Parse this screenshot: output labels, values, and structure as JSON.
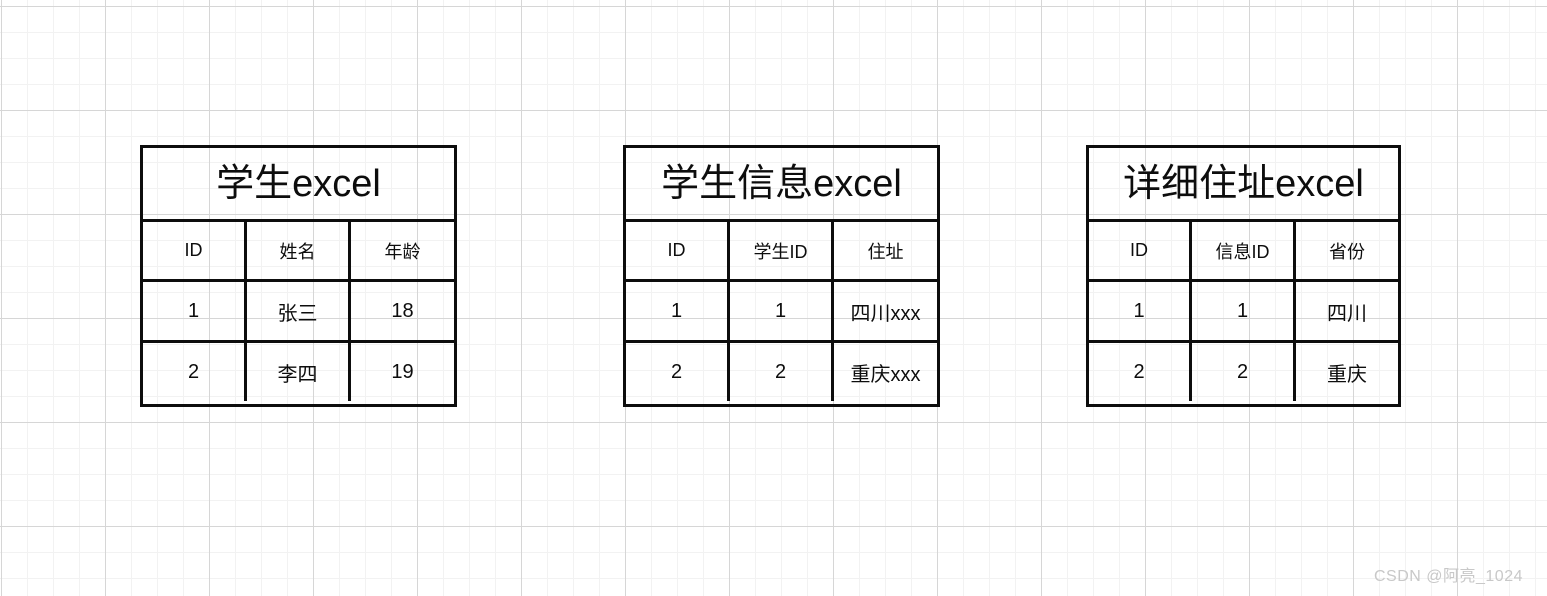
{
  "canvas": {
    "background": "#ffffff",
    "grid_minor_color": "#f2f2f2",
    "grid_major_color": "#d6d6d6",
    "border_color": "#0d0d0d"
  },
  "watermark": {
    "text": "CSDN @阿亮_1024"
  },
  "tables": [
    {
      "id": "table-student",
      "title": "学生excel",
      "headers": [
        "ID",
        "姓名",
        "年龄"
      ],
      "rows": [
        [
          "1",
          "张三",
          "18"
        ],
        [
          "2",
          "李四",
          "19"
        ]
      ]
    },
    {
      "id": "table-student-info",
      "title": "学生信息excel",
      "headers": [
        "ID",
        "学生ID",
        "住址"
      ],
      "rows": [
        [
          "1",
          "1",
          "四川xxx"
        ],
        [
          "2",
          "2",
          "重庆xxx"
        ]
      ]
    },
    {
      "id": "table-address",
      "title": "详细住址excel",
      "headers": [
        "ID",
        "信息ID",
        "省份"
      ],
      "rows": [
        [
          "1",
          "1",
          "四川"
        ],
        [
          "2",
          "2",
          "重庆"
        ]
      ]
    }
  ]
}
